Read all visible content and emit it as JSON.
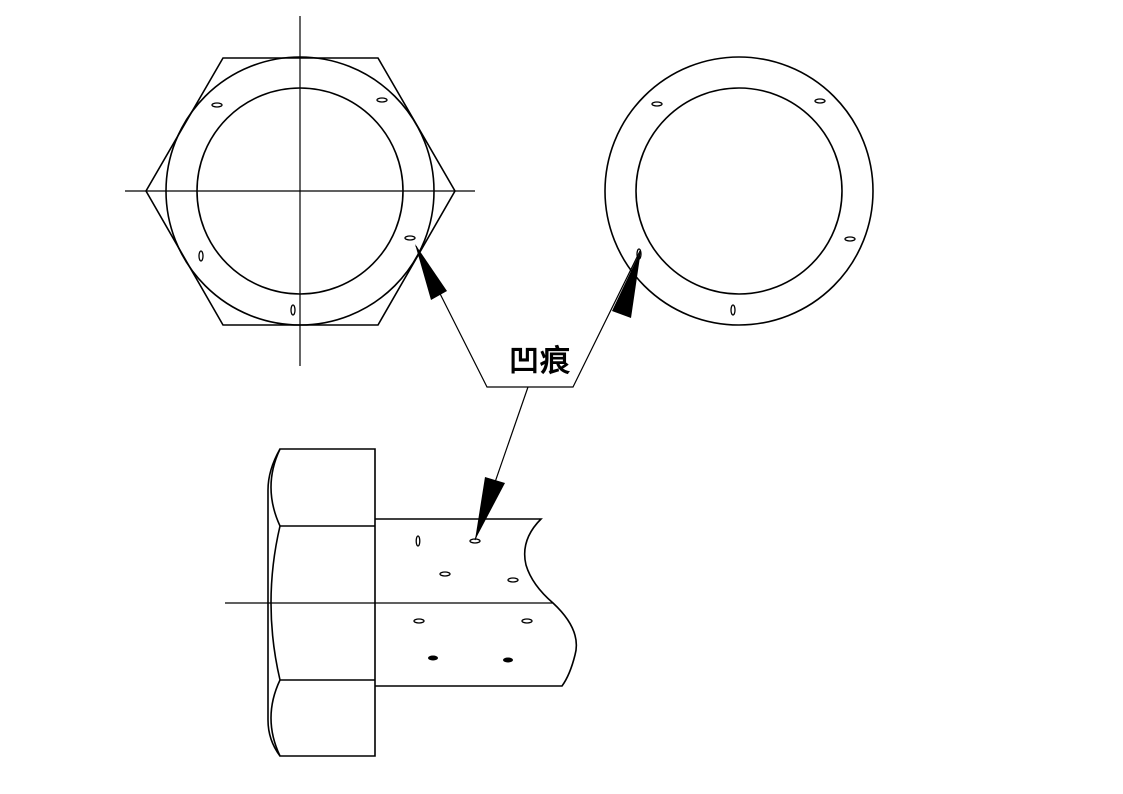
{
  "diagram": {
    "callout_label": "凹痕",
    "views": [
      "nut-top-view",
      "washer-top-view",
      "bolt-side-view"
    ],
    "line_color": "#000000",
    "background_color": "#ffffff"
  }
}
